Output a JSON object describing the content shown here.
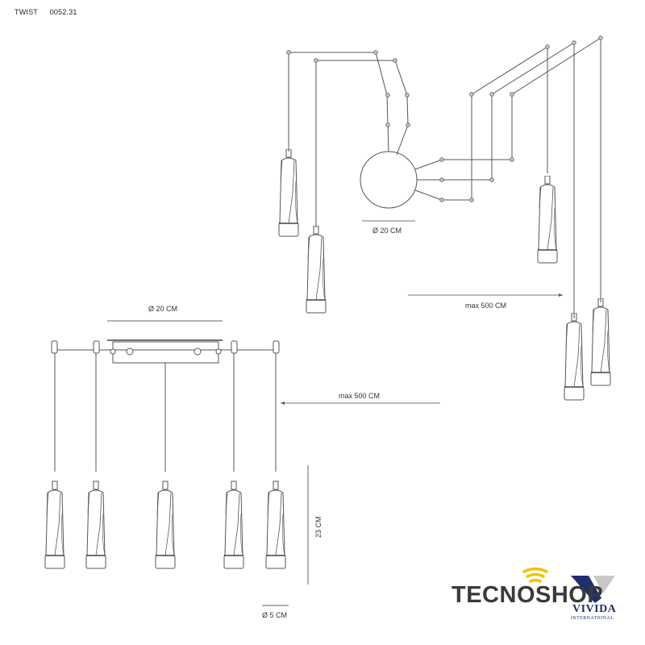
{
  "header": {
    "product_name": "TWIST",
    "product_code": "0052.31"
  },
  "dimensions": {
    "top_canopy_diameter": "Ø 20 CM",
    "top_cable_length": "max 500 CM",
    "front_canopy_diameter": "Ø 20 CM",
    "front_cable_length": "max 500 CM",
    "pendant_height": "23 CM",
    "pendant_diameter": "Ø 5 CM"
  },
  "views": {
    "top_view": {
      "pendant_count": 5,
      "canopy_shape": "circle"
    },
    "front_view": {
      "pendant_count": 5,
      "canopy_shape": "rectangle"
    }
  },
  "logo": {
    "brand": "TECNOSHOP",
    "partner": "VIVIDA",
    "partner_sub": "INTERNATIONAL",
    "colors": {
      "brand_text": "#3a3a3a",
      "wifi_arcs": "#f2c200",
      "partner_blue": "#1f2f6e",
      "partner_grey": "#c8c8c8"
    }
  },
  "colors": {
    "line": "#555555",
    "background": "#ffffff"
  }
}
